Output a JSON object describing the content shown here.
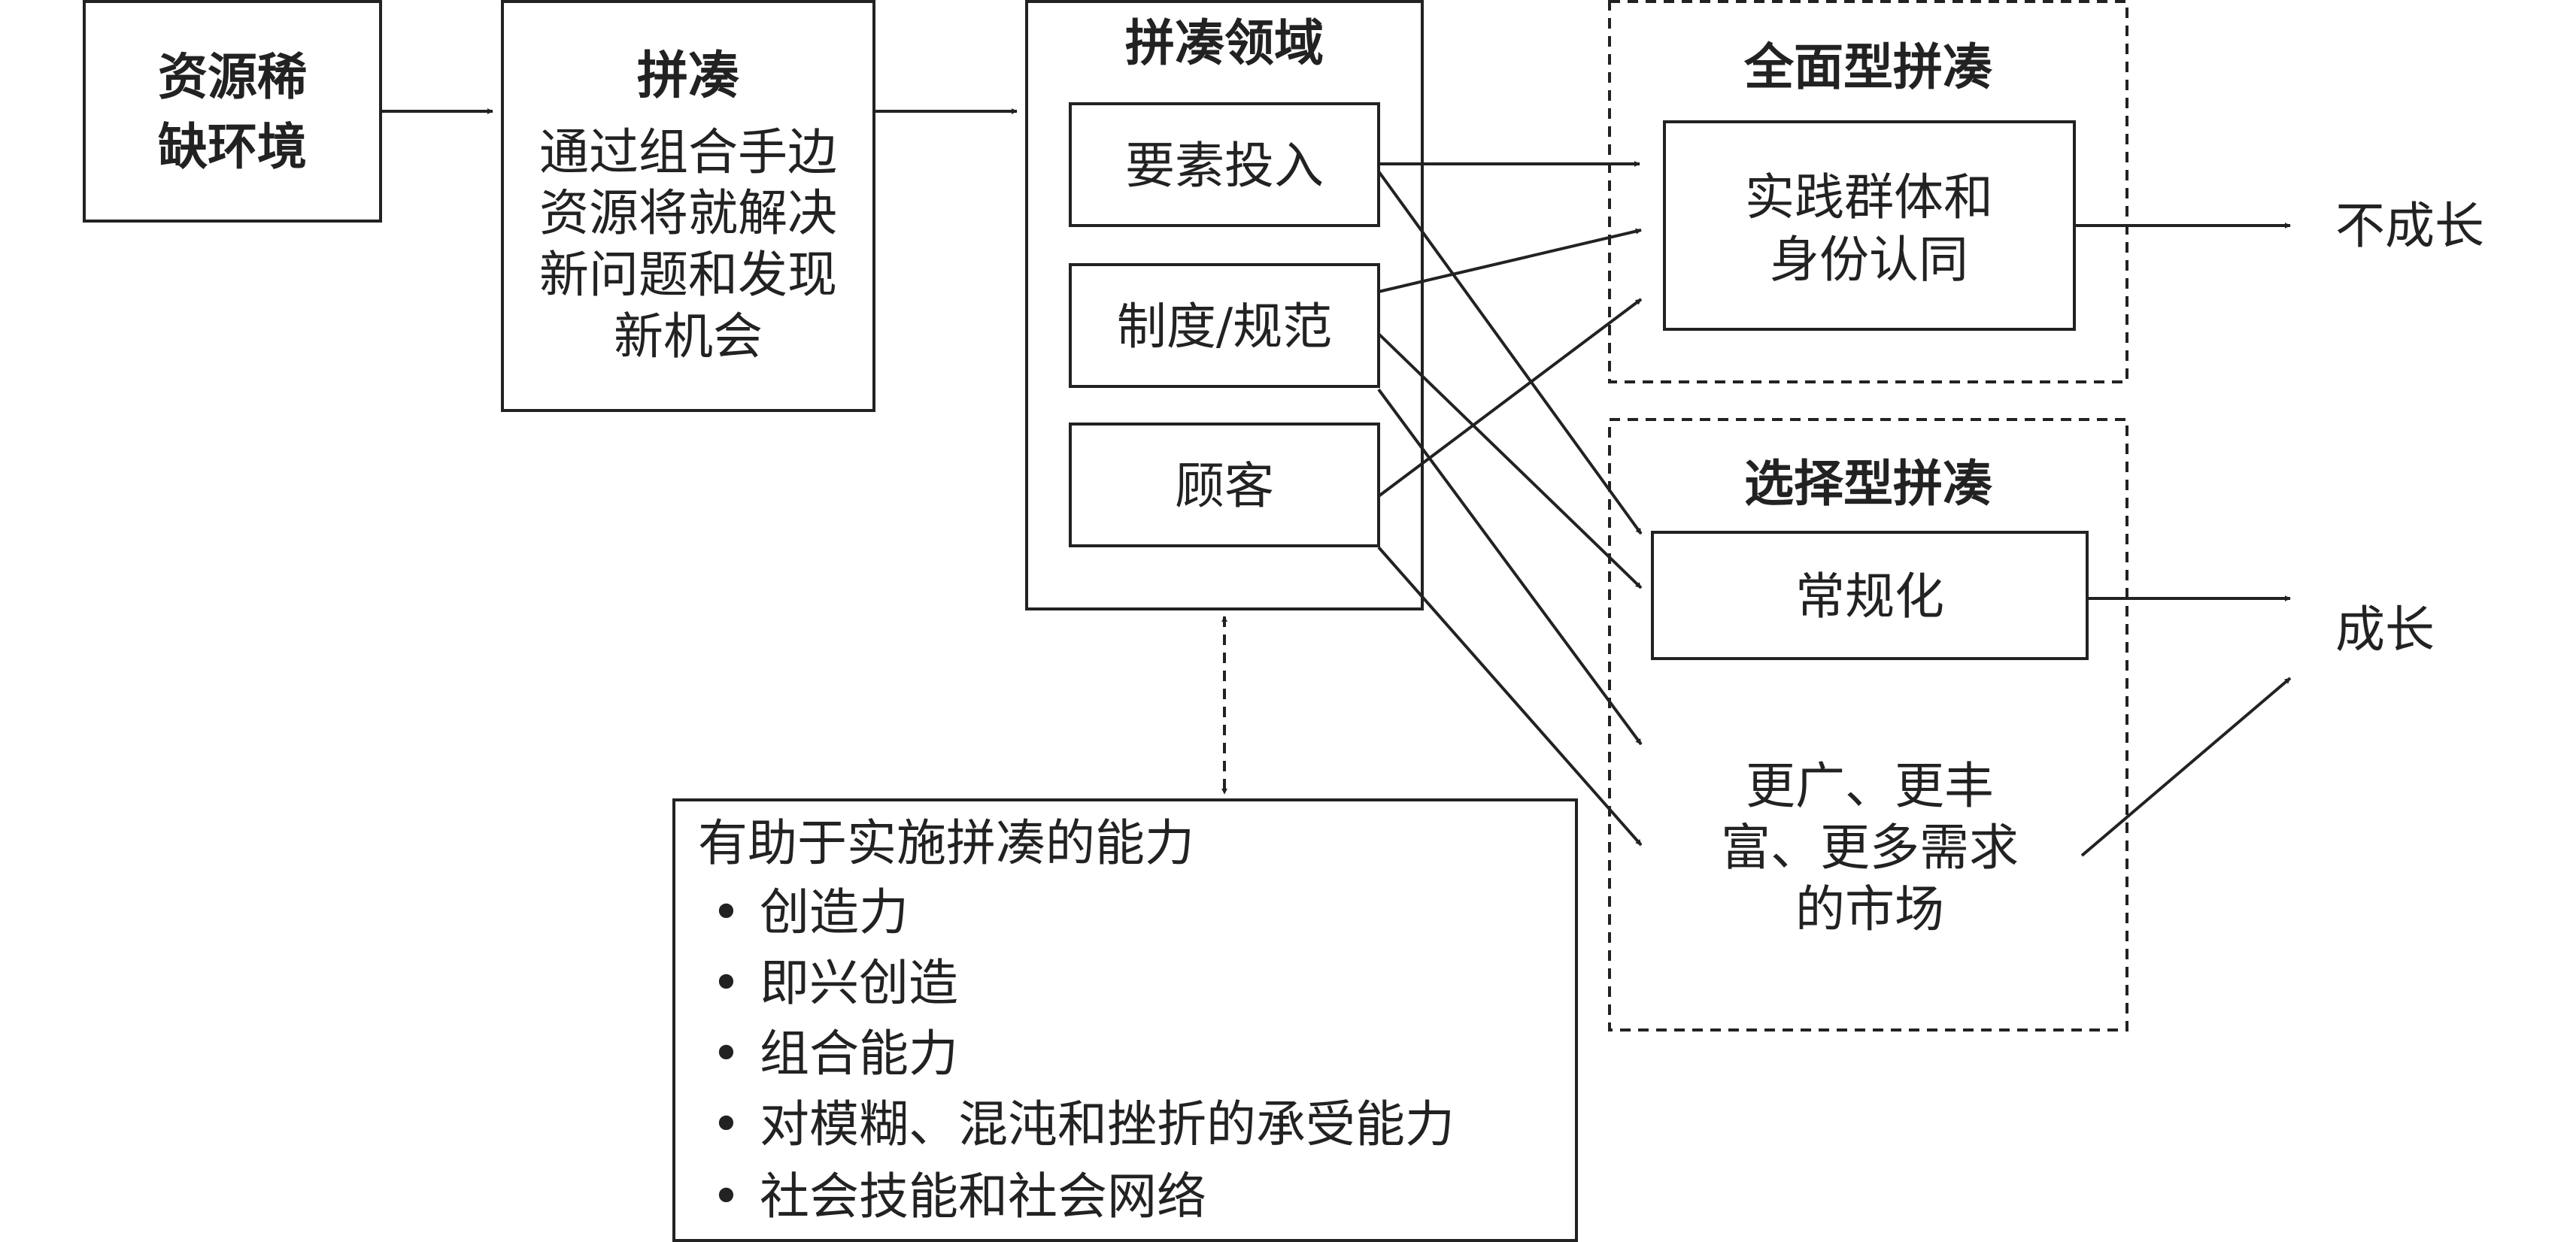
{
  "env": {
    "lines": [
      "资源稀",
      "缺环境"
    ]
  },
  "bricolage": {
    "title": "拼凑",
    "lines": [
      "通过组合手边",
      "资源将就解决",
      "新问题和发现",
      "新机会"
    ]
  },
  "domain": {
    "title": "拼凑领域",
    "items": [
      "要素投入",
      "制度/规范",
      "顾客"
    ]
  },
  "capabilities": {
    "title": "有助于实施拼凑的能力",
    "bullet": "•",
    "items": [
      "创造力",
      "即兴创造",
      "组合能力",
      "对模糊、混沌和挫折的承受能力",
      "社会技能和社会网络"
    ]
  },
  "full": {
    "title": "全面型拼凑",
    "box_lines": [
      "实践群体和",
      "身份认同"
    ],
    "outcome": "不成长"
  },
  "selective": {
    "title": "选择型拼凑",
    "routine": "常规化",
    "market_lines": [
      "更广、更丰",
      "富、更多需求",
      "的市场"
    ],
    "outcome": "成长"
  }
}
